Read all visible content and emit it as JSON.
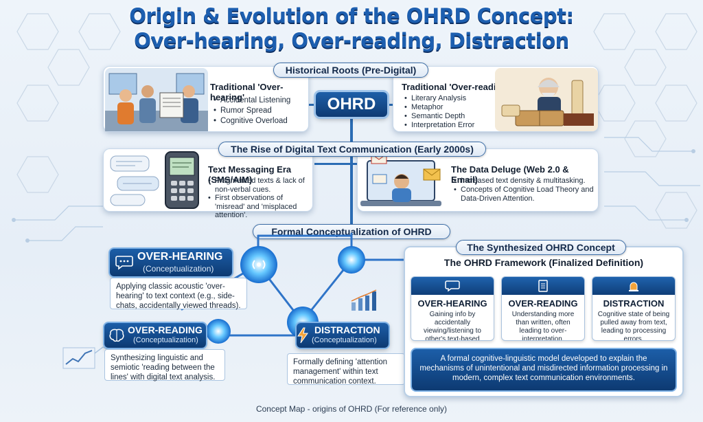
{
  "title": {
    "line1": "Origin & Evolution of the OHRD Concept:",
    "line2": "Over-hearing, Over-reading, Distraction"
  },
  "historical": {
    "label": "Historical Roots (Pre-Digital)",
    "center": "OHRD",
    "left": {
      "heading": "Traditional 'Over-hearing'",
      "items": [
        "Accidental Listening",
        "Rumor Spread",
        "Cognitive Overload"
      ]
    },
    "right": {
      "heading": "Traditional 'Over-reading'",
      "items": [
        "Literary Analysis",
        "Metaphor",
        "Semantic Depth",
        "Interpretation Error"
      ]
    }
  },
  "digital": {
    "label": "The Rise of Digital Text Communication (Early 2000s)",
    "left": {
      "heading": "Text Messaging Era (SMS/AIM)",
      "items": [
        "Fragmented texts & lack of non-verbal cues.",
        "First observations of 'misread' and 'misplaced attention'."
      ]
    },
    "right": {
      "heading": "The Data Deluge (Web 2.0 & Email)",
      "items": [
        "Increased text density & multitasking.",
        "Concepts of Cognitive Load Theory and Data-Driven Attention."
      ]
    }
  },
  "formal": {
    "label": "Formal Conceptualization of OHRD",
    "overhearing": {
      "title": "OVER-HEARING",
      "sub": "(Conceptualization)",
      "desc": "Applying classic acoustic 'over-hearing' to text context (e.g., side-chats, accidentally viewed threads)."
    },
    "overreading": {
      "title": "OVER-READING",
      "sub": "(Conceptualization)",
      "desc": "Synthesizing linguistic and semiotic 'reading between the lines' with digital text analysis."
    },
    "distraction": {
      "title": "DISTRACTION",
      "sub": "(Conceptualization)",
      "desc": "Formally defining 'attention management' within text communication context."
    }
  },
  "synth": {
    "label": "The Synthesized OHRD Concept",
    "framework": "The OHRD Framework (Finalized Definition)",
    "cards": [
      {
        "title": "OVER-HEARING",
        "desc": "Gaining info by accidentally viewing/listening to other's text-based comms."
      },
      {
        "title": "OVER-READING",
        "desc": "Understanding more than written, often leading to over-interpretation."
      },
      {
        "title": "DISTRACTION",
        "desc": "Cognitive state of being pulled away from text, leading to processing errors."
      }
    ],
    "definition": "A formal cognitive-linguistic model developed to explain the mechanisms of unintentional and misdirected information processing in modern, complex text communication environments."
  },
  "footer": "Concept Map - origins of OHRD (For reference only)",
  "colors": {
    "title": "#1d5fb0",
    "navy": "#0d3a72",
    "accent": "#2b6cb4",
    "glow": "#66c8ff"
  }
}
